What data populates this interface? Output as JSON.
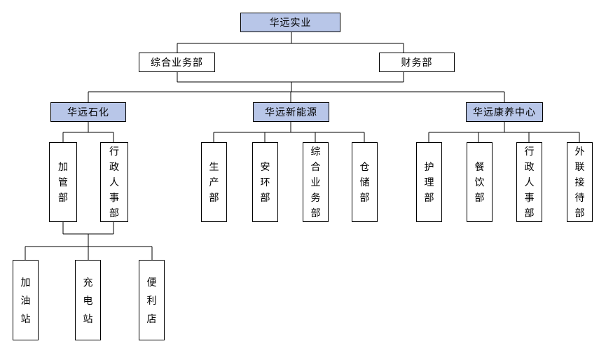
{
  "diagram": {
    "type": "org-chart",
    "colors": {
      "highlight_fill": "#b8c6e8",
      "plain_fill": "#ffffff",
      "border": "#000000",
      "line": "#000000",
      "text": "#000000",
      "background": "#ffffff"
    },
    "root": {
      "label": "华远实业"
    },
    "headquarters_departments": [
      {
        "label": "综合业务部"
      },
      {
        "label": "财务部"
      }
    ],
    "subsidiaries": [
      {
        "label": "华远石化",
        "departments": [
          {
            "label": "加管部"
          },
          {
            "label": "行政人事部"
          }
        ],
        "stations": [
          {
            "label": "加油站"
          },
          {
            "label": "充电站"
          },
          {
            "label": "便利店"
          }
        ]
      },
      {
        "label": "华远新能源",
        "departments": [
          {
            "label": "生产部"
          },
          {
            "label": "安环部"
          },
          {
            "label": "综合业务部"
          },
          {
            "label": "仓储部"
          }
        ]
      },
      {
        "label": "华远康养中心",
        "departments": [
          {
            "label": "护理部"
          },
          {
            "label": "餐饮部"
          },
          {
            "label": "行政人事部"
          },
          {
            "label": "外联接待部"
          }
        ]
      }
    ]
  }
}
